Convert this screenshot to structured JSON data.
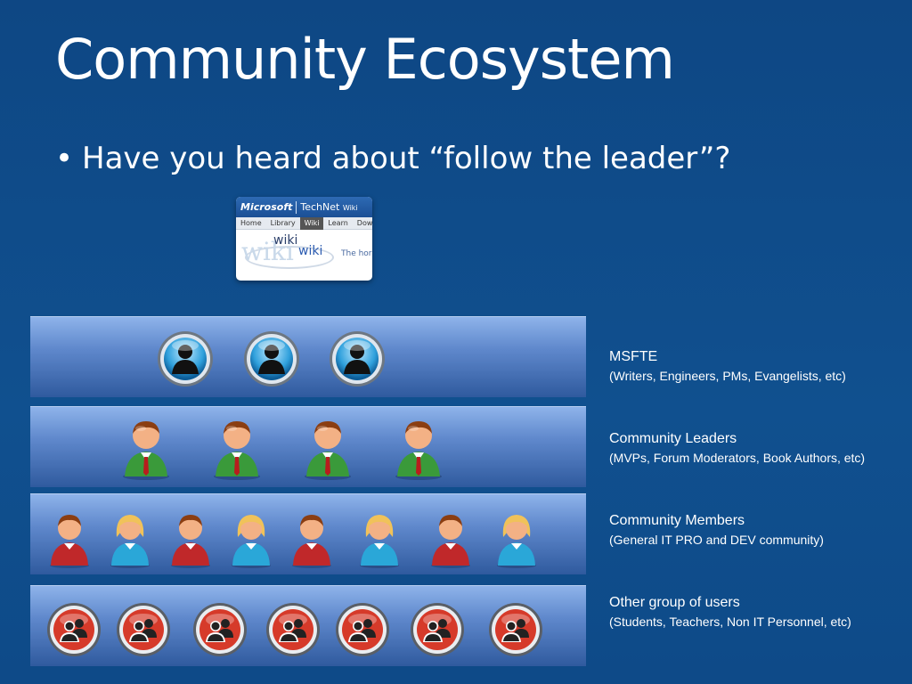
{
  "slide": {
    "title": "Community Ecosystem",
    "bullet": "Have you heard about “follow the leader”?",
    "bullet_mark": "•"
  },
  "wiki_thumbnail": {
    "brand": "Microsoft",
    "product": "TechNet",
    "product_suffix": "Wiki",
    "nav": [
      "Home",
      "Library",
      "Wiki",
      "Learn",
      "Dow"
    ],
    "active_nav": "Wiki",
    "logo_large": "wiki",
    "logo_small_1": "wiki",
    "logo_small_2": "wiki",
    "tagline": "The hor"
  },
  "tiers": [
    {
      "name": "MSFTE",
      "desc": "(Writers, Engineers, PMs, Evangelists, etc)",
      "icon": "employee-badge-icon",
      "count": 3
    },
    {
      "name": "Community Leaders",
      "desc": "(MVPs, Forum Moderators, Book Authors, etc)",
      "icon": "leader-person-icon",
      "count": 4
    },
    {
      "name": "Community Members",
      "desc": "(General IT PRO and DEV community)",
      "icon": "member-person-icon",
      "count": 8
    },
    {
      "name": "Other group of users",
      "desc": "(Students, Teachers, Non IT Personnel, etc)",
      "icon": "group-users-icon",
      "count": 7
    }
  ],
  "colors": {
    "background": "#0f4a86",
    "tier_top": "#8eb3ea",
    "tier_bottom": "#2f5a9e",
    "leader_shirt": "#3a9a3a",
    "member_male_shirt": "#c0282a",
    "member_female_shirt": "#2aa7d8",
    "group_badge": "#d63a2a"
  }
}
